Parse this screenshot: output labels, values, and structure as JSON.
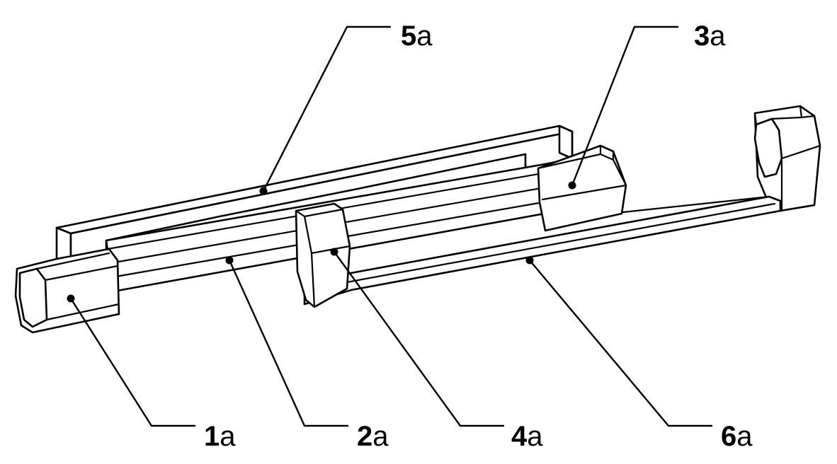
{
  "figure": {
    "callouts": [
      {
        "id": "1a",
        "number": "1",
        "suffix": "a"
      },
      {
        "id": "2a",
        "number": "2",
        "suffix": "a"
      },
      {
        "id": "3a",
        "number": "3",
        "suffix": "a"
      },
      {
        "id": "4a",
        "number": "4",
        "suffix": "a"
      },
      {
        "id": "5a",
        "number": "5",
        "suffix": "a"
      },
      {
        "id": "6a",
        "number": "6",
        "suffix": "a"
      }
    ],
    "colors": {
      "line": "#000000",
      "background": "#ffffff"
    }
  }
}
